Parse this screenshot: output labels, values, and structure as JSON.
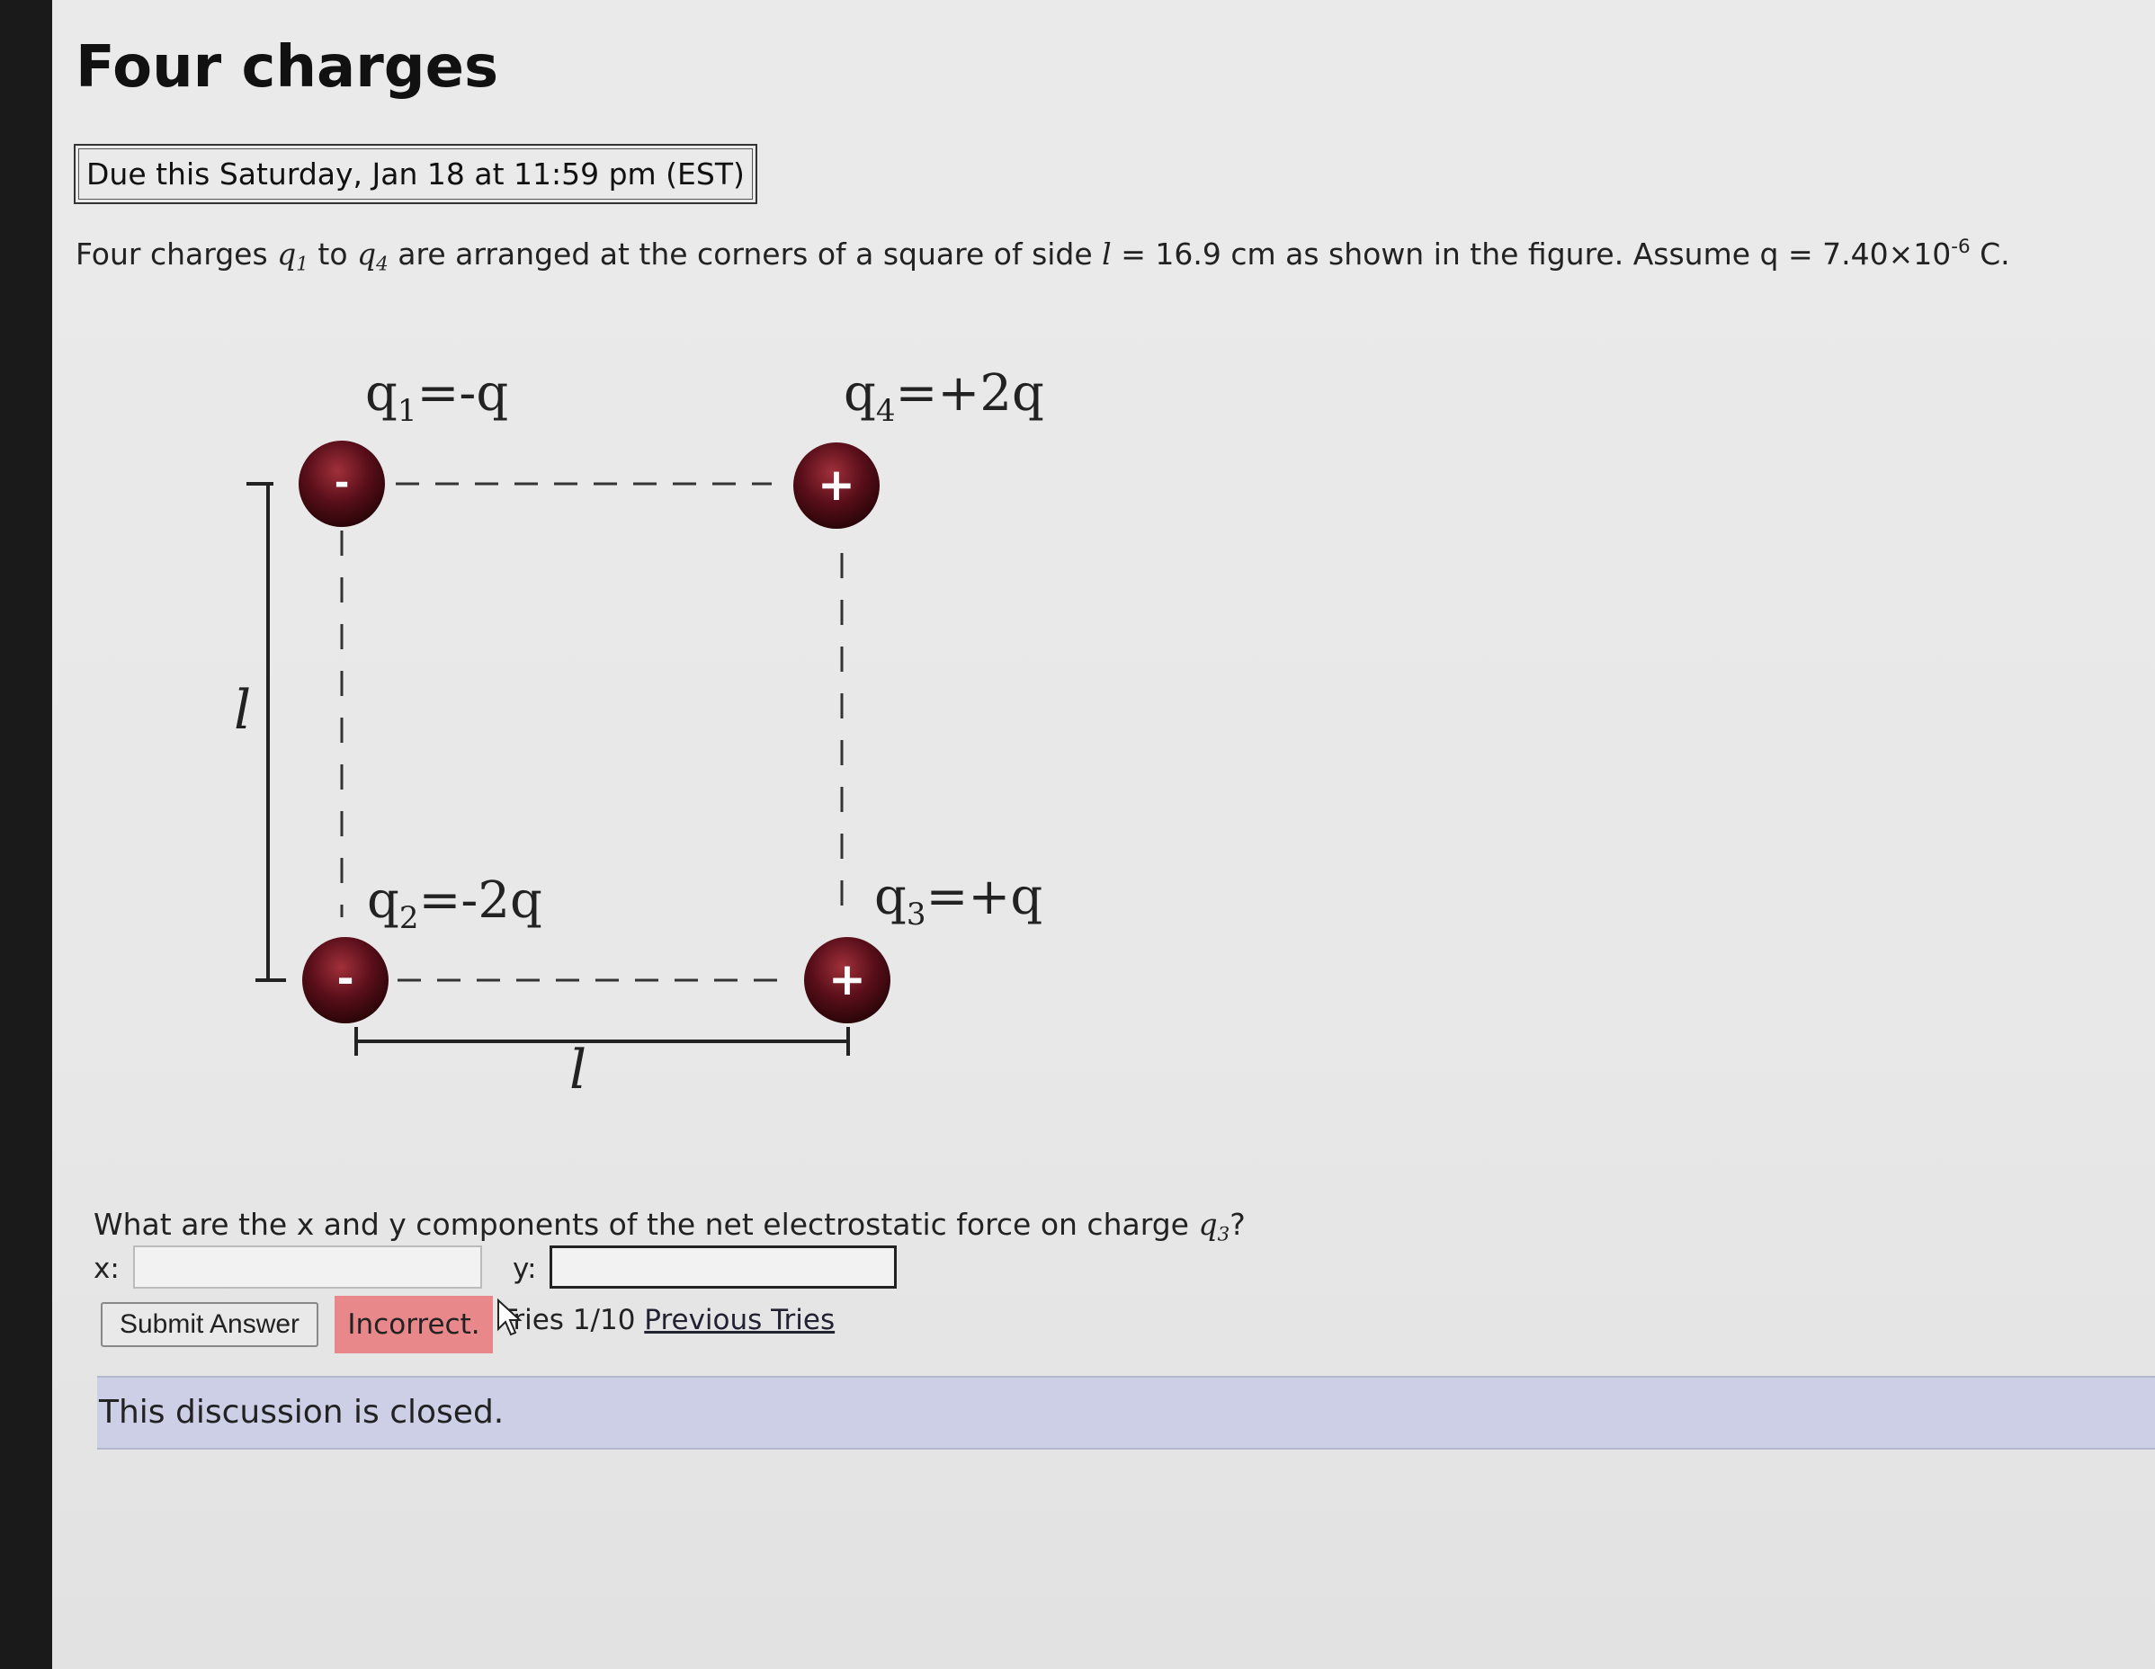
{
  "page": {
    "title": "Four charges",
    "due": "Due this Saturday, Jan 18 at 11:59 pm (EST)"
  },
  "problem": {
    "text_1": "Four charges ",
    "q_from": "q",
    "q_from_sub": "1",
    "text_2": " to ",
    "q_to": "q",
    "q_to_sub": "4",
    "text_3": " are arranged at the corners of a square of side ",
    "side_symbol": "l",
    "text_4": " = 16.9 cm as shown in the figure. Assume q = 7.40×10",
    "exponent": "-6",
    "text_5": " C."
  },
  "figure": {
    "charges": [
      {
        "label": "q",
        "sub": "1",
        "value": "=-q",
        "sign": "-"
      },
      {
        "label": "q",
        "sub": "4",
        "value": "=+2q",
        "sign": "+"
      },
      {
        "label": "q",
        "sub": "2",
        "value": "=-2q",
        "sign": "-"
      },
      {
        "label": "q",
        "sub": "3",
        "value": "=+q",
        "sign": "+"
      }
    ],
    "side_label_vertical": "l",
    "side_label_horizontal": "l",
    "colors": {
      "charge_fill": "#5a0f1a",
      "charge_highlight": "#a0303a"
    }
  },
  "question": {
    "text": "What are the x and y components of the net electrostatic force on charge ",
    "target": "q",
    "target_sub": "3",
    "suffix": "?",
    "x_label": "x:",
    "y_label": "y:",
    "x_value": "",
    "y_value": ""
  },
  "submission": {
    "submit_label": "Submit Answer",
    "result": "Incorrect.",
    "tries": "Tries 1/10",
    "previous_tries": "Previous Tries"
  },
  "discussion": {
    "text": "This discussion is closed."
  },
  "colors": {
    "incorrect_badge": "#e8888a",
    "discussion_banner": "#cdcfe6"
  }
}
